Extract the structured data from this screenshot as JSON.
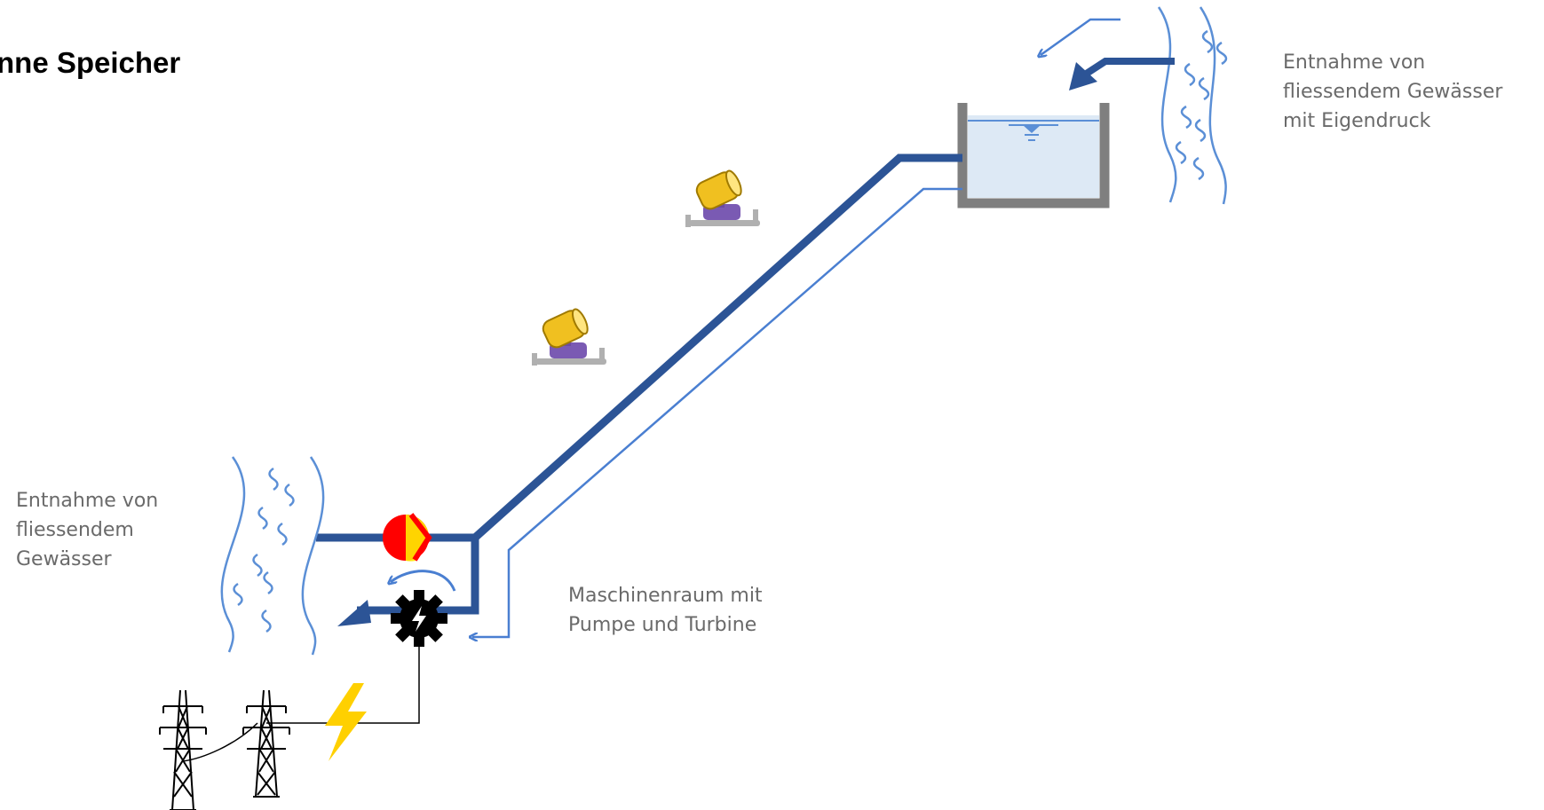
{
  "title": "nne Speicher",
  "labels": {
    "intake_pressure": [
      "Entnahme von",
      "fliessendem Gewässer",
      "mit Eigendruck"
    ],
    "intake_left": [
      "Entnahme von",
      "fliessendem",
      "Gewässer"
    ],
    "machine_room": [
      "Maschinenraum mit",
      "Pumpe und Turbine"
    ]
  },
  "icons": [
    "water-waves-icon",
    "reservoir-icon",
    "snow-cannon-icon",
    "valve-icon",
    "turbine-gear-icon",
    "lightning-icon",
    "power-pylon-icon"
  ],
  "colors": {
    "pipe": "#2c5496",
    "flow": "#4a7fd1",
    "water": "#dde9f5",
    "basin": "#7f7f7f",
    "valve_red": "#ff0000",
    "valve_yellow": "#ffeb00",
    "lightning": "#ffd000"
  }
}
